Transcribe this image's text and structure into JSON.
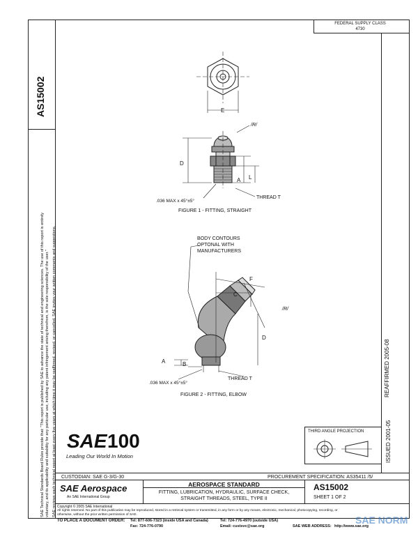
{
  "header": {
    "doc_number": "AS15002",
    "fsc_label": "FEDERAL SUPPLY CLASS",
    "fsc_value": "4730"
  },
  "side_notice": {
    "line1": "SAE Technical Standards Board Rules provide that: \"This report is published by SAE to advance the state of technical and engineering sciences. The use of this report is entirely",
    "line2": "voluntary, and its applicability and suitability for any particular use, including any patent infringement arising therefrom, is the sole responsibility of the user.\"",
    "line3": "SAE reviews each technical report at least every five years at which time it may be reaffirmed, revised, or cancelled. SAE invites your written comments and suggestions."
  },
  "figure1": {
    "caption": "FIGURE 1 - FITTING, STRAIGHT",
    "label_e": "E",
    "label_d": "D",
    "label_l": "L",
    "label_a": "A",
    "thread": "THREAD T",
    "chamfer": ".036 MAX x 45°±5°",
    "angle_ref": "/R/"
  },
  "figure2": {
    "caption": "FIGURE 2 - FITTING, ELBOW",
    "note": "BODY CONTOURS OPTONAL WITH MANUFACTURERS",
    "label_f": "F",
    "label_c": "C",
    "label_d": "D",
    "label_a": "A",
    "label_b": "B",
    "thread": "THREAD T",
    "chamfer": ".036 MAX x 45°±5°",
    "angle_ref": "/R/"
  },
  "right_margin": {
    "reaffirmed": "REAFFIRMED 2005-08",
    "issued": "ISSUED 2001-05"
  },
  "logo": {
    "brand": "SAE",
    "number": "100",
    "tagline": "Leading Our World In Motion"
  },
  "projection": {
    "label": "THIRD ANGLE PROJECTION"
  },
  "title_block": {
    "custodian": "CUSTODIAN:  SAE G-3/G-30",
    "procurement": "PROCUREMENT SPECIFICATION: AS35411 /5/",
    "brand": "SAE Aerospace",
    "brand_sub": "An SAE International Group",
    "category": "AEROSPACE STANDARD",
    "title_line1": "FITTING, LUBRICATION, HYDRAULIC, SURFACE CHECK,",
    "title_line2": "STRAIGHT THREADS, STEEL, TYPE II",
    "doc_number": "AS15002",
    "sheet": "SHEET 1 OF 2"
  },
  "footer": {
    "copyright": "Copyright © 2005 SAE International",
    "rights_line1": "All rights reserved. No part of this publication may be reproduced, stored in a retrieval system or transmitted, in any form or by any means, electronic, mechanical, photocopying, recording, or",
    "rights_line2": "otherwise, without the prior written permission of SAE.",
    "order_label": "TO PLACE A DOCUMENT ORDER:",
    "tel1": "Tel:  877-606-7323 (inside USA and Canada)",
    "tel2": "Tel:  724-776-4970 (outside USA)",
    "fax": "Fax:  724-776-0790",
    "email": "Email:  custsvc@sae.org",
    "web_label": "SAE WEB ADDRESS:",
    "web": "http://www.sae.org"
  },
  "watermark": {
    "text": "SAE NORM"
  }
}
